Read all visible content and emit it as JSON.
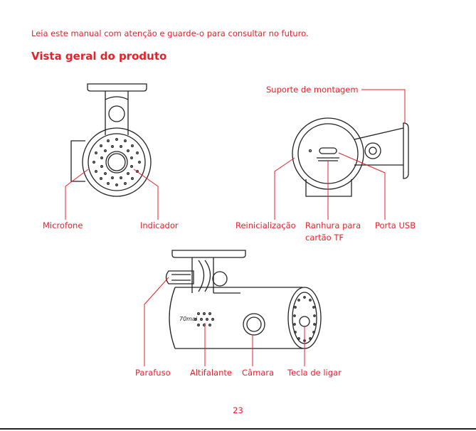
{
  "intro": "Leia este manual com atenção e guarde-o para consultar no futuro.",
  "section_title": "Vista geral do produto",
  "labels": {
    "microphone": "Microfone",
    "indicator": "Indicador",
    "mount": "Suporte de montagem",
    "reset": "Reinicialização",
    "slot_line1": "Ranhura para",
    "slot_line2": "cartão TF",
    "usb": "Porta USB",
    "screw": "Parafuso",
    "speaker": "Altifalante",
    "camera": "Câmara",
    "power": "Tecla de ligar"
  },
  "brand_logo": "70mai",
  "page_number": "23",
  "colors": {
    "accent": "#e8202a",
    "line": "#222222"
  }
}
